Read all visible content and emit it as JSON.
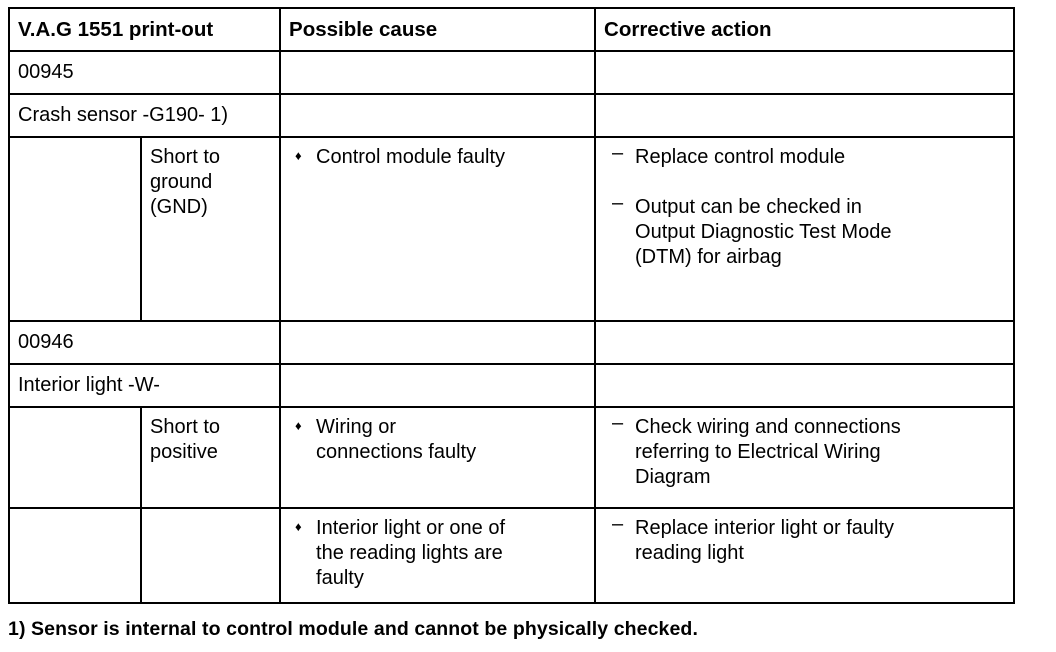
{
  "table": {
    "headers": {
      "col1": "V.A.G 1551 print-out",
      "col2": "Possible cause",
      "col3": "Corrective action"
    },
    "groups": [
      {
        "code": "00945",
        "component": "Crash sensor -G190- 1)",
        "rows": [
          {
            "condition": "Short to\nground\n(GND)",
            "causes": [
              "Control module faulty"
            ],
            "actions": [
              "Replace control module",
              "Output can be checked in\nOutput Diagnostic Test Mode\n(DTM) for airbag"
            ]
          }
        ]
      },
      {
        "code": "00946",
        "component": "Interior light -W-",
        "rows": [
          {
            "condition": "Short to\npositive",
            "causes": [
              "Wiring or\nconnections faulty"
            ],
            "actions": [
              "Check wiring and connections\nreferring to Electrical Wiring\nDiagram"
            ]
          },
          {
            "condition": "",
            "causes": [
              "Interior light or one of\nthe reading lights are\nfaulty"
            ],
            "actions": [
              "Replace interior light or faulty\nreading light"
            ]
          }
        ]
      }
    ],
    "markers": {
      "cause_bullet": "♦",
      "action_dash": "–"
    }
  },
  "footnote": "1) Sensor is internal to control module and cannot be physically checked.",
  "colors": {
    "border": "#000000",
    "text": "#000000",
    "background": "#ffffff"
  }
}
